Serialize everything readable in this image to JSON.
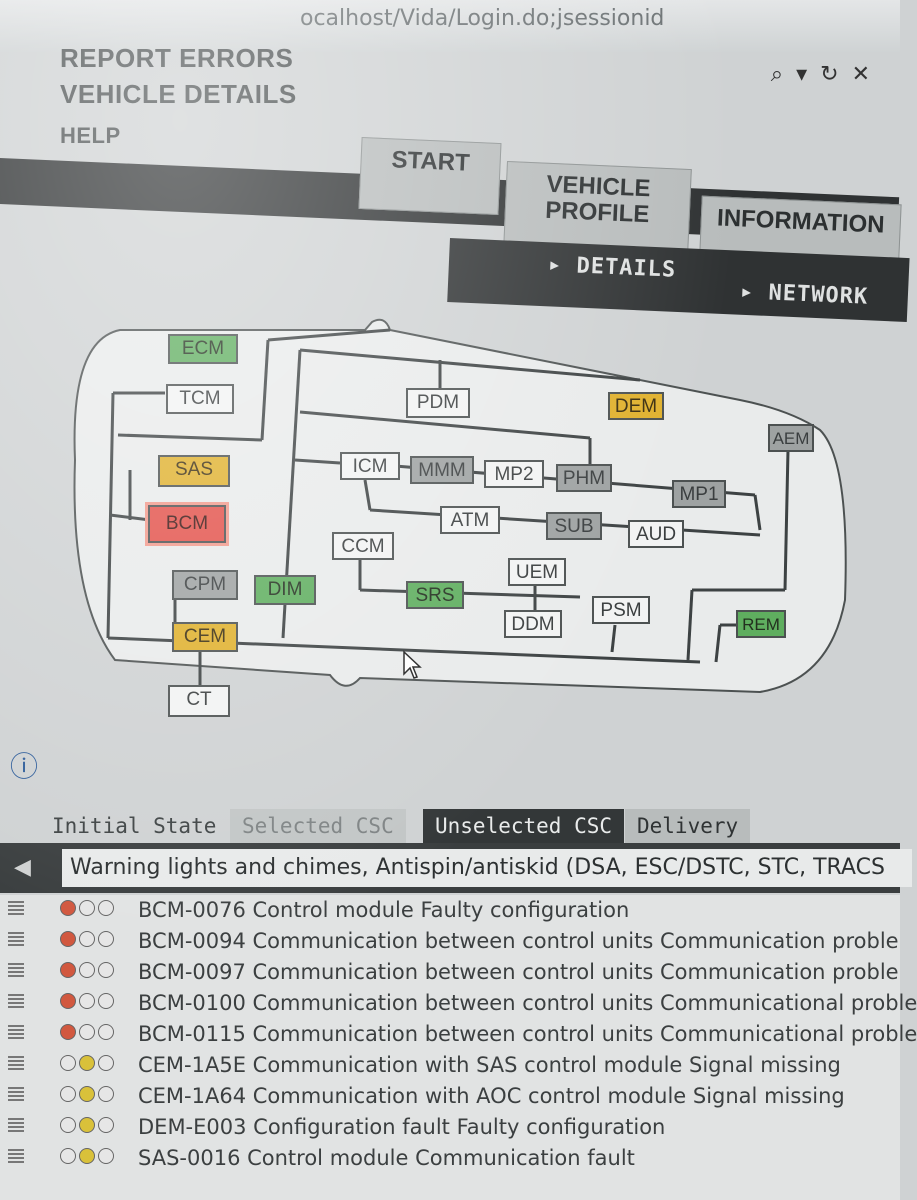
{
  "browser": {
    "url": "ocalhost/Vida/Login.do;jsessionid",
    "icons": [
      "search-icon",
      "dropdown-arrow-icon",
      "refresh-icon",
      "close-icon"
    ]
  },
  "top_links": {
    "report_errors": "REPORT ERRORS",
    "vehicle_details": "VEHICLE DETAILS",
    "help": "HELP"
  },
  "main_tabs": [
    {
      "label": "START"
    },
    {
      "label": "VEHICLE PROFILE"
    },
    {
      "label": "INFORMATION"
    }
  ],
  "sub_tabs": [
    {
      "label": "DETAILS"
    },
    {
      "label": "NETWORK"
    }
  ],
  "network": {
    "colors": {
      "green": "#5fae5f",
      "yellow": "#e0b12e",
      "red": "#e3524b",
      "gray": "#9ea2a2",
      "white": "#f2f3f3"
    },
    "modules": [
      {
        "id": "ECM",
        "label": "ECM",
        "status": "green"
      },
      {
        "id": "TCM",
        "label": "TCM",
        "status": "white"
      },
      {
        "id": "SAS",
        "label": "SAS",
        "status": "yellow"
      },
      {
        "id": "BCM",
        "label": "BCM",
        "status": "red"
      },
      {
        "id": "CPM",
        "label": "CPM",
        "status": "gray"
      },
      {
        "id": "CEM",
        "label": "CEM",
        "status": "yellow"
      },
      {
        "id": "CT",
        "label": "CT",
        "status": "white"
      },
      {
        "id": "DIM",
        "label": "DIM",
        "status": "green"
      },
      {
        "id": "PDM",
        "label": "PDM",
        "status": "white"
      },
      {
        "id": "DEM",
        "label": "DEM",
        "status": "yellow"
      },
      {
        "id": "AEM",
        "label": "AEM",
        "status": "gray"
      },
      {
        "id": "ICM",
        "label": "ICM",
        "status": "white"
      },
      {
        "id": "MMM",
        "label": "MMM",
        "status": "gray"
      },
      {
        "id": "MP2",
        "label": "MP2",
        "status": "white"
      },
      {
        "id": "PHM",
        "label": "PHM",
        "status": "gray"
      },
      {
        "id": "MP1",
        "label": "MP1",
        "status": "gray"
      },
      {
        "id": "ATM",
        "label": "ATM",
        "status": "white"
      },
      {
        "id": "SUB",
        "label": "SUB",
        "status": "gray"
      },
      {
        "id": "AUD",
        "label": "AUD",
        "status": "white"
      },
      {
        "id": "CCM",
        "label": "CCM",
        "status": "white"
      },
      {
        "id": "SRS",
        "label": "SRS",
        "status": "green"
      },
      {
        "id": "UEM",
        "label": "UEM",
        "status": "white"
      },
      {
        "id": "DDM",
        "label": "DDM",
        "status": "white"
      },
      {
        "id": "PSM",
        "label": "PSM",
        "status": "white"
      },
      {
        "id": "REM",
        "label": "REM",
        "status": "green"
      }
    ]
  },
  "bottom_tabs": [
    {
      "label": "Initial State"
    },
    {
      "label": "Selected CSC"
    },
    {
      "label": "Unselected CSC"
    },
    {
      "label": "Delivery"
    }
  ],
  "category": "Warning lights and chimes, Antispin/antiskid (DSA, ESC/DSTC, STC, TRACS",
  "dtc_list": [
    {
      "lights": "red",
      "text": "BCM-0076 Control module Faulty configuration"
    },
    {
      "lights": "red",
      "text": "BCM-0094 Communication between control units Communication proble"
    },
    {
      "lights": "red",
      "text": "BCM-0097 Communication between control units Communication proble"
    },
    {
      "lights": "red",
      "text": "BCM-0100 Communication between control units Communicational proble"
    },
    {
      "lights": "red",
      "text": "BCM-0115 Communication between control units Communicational proble"
    },
    {
      "lights": "yellow",
      "text": "CEM-1A5E Communication with SAS control module Signal missing"
    },
    {
      "lights": "yellow",
      "text": "CEM-1A64 Communication with AOC control module Signal missing"
    },
    {
      "lights": "yellow",
      "text": "DEM-E003 Configuration fault Faulty configuration"
    },
    {
      "lights": "yellow",
      "text": "SAS-0016 Control module Communication fault"
    }
  ]
}
